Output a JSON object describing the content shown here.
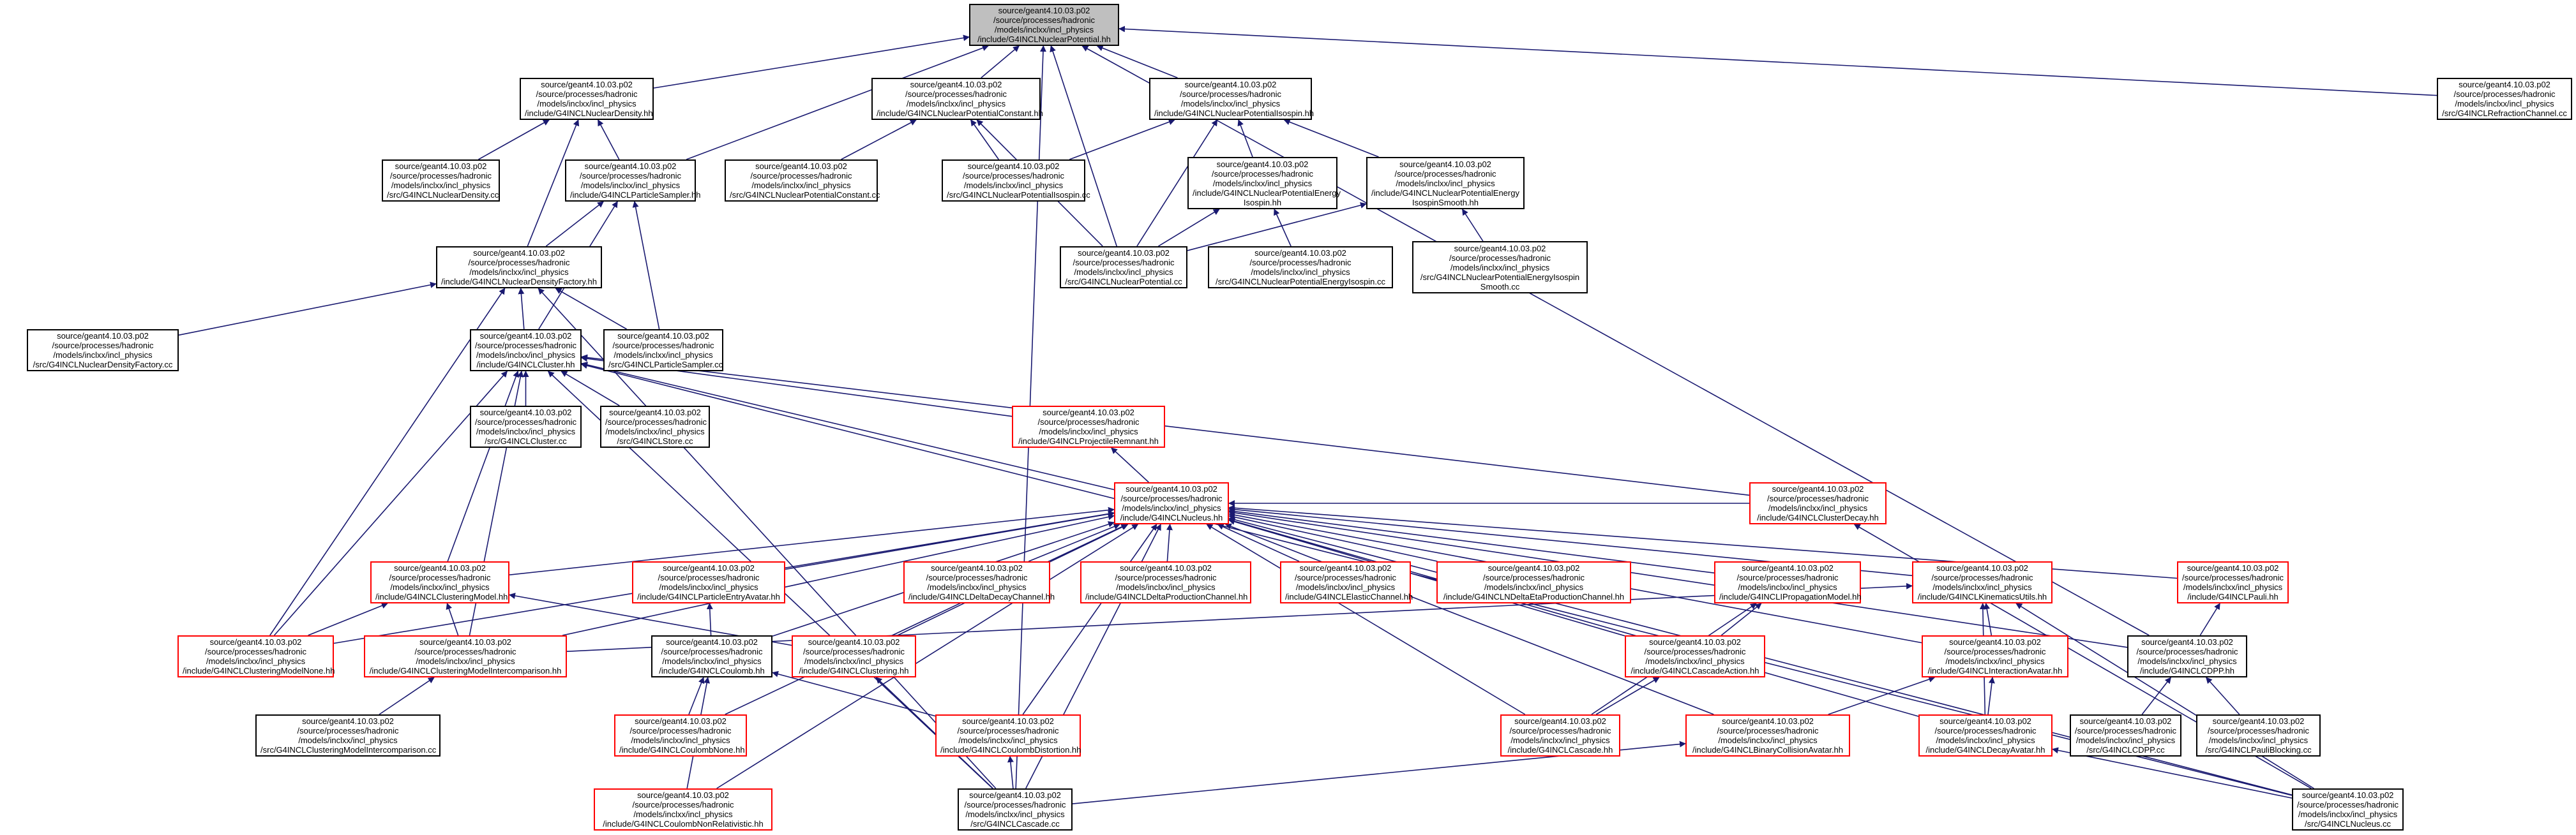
{
  "nodes": {
    "n0": {
      "lines": [
        "source/geant4.10.03.p02",
        "/source/processes/hadronic",
        "/models/inclxx/incl_physics",
        "/include/G4INCLNuclearPotential.hh"
      ],
      "style": "root"
    },
    "n1": {
      "lines": [
        "source/geant4.10.03.p02",
        "/source/processes/hadronic",
        "/models/inclxx/incl_physics",
        "/include/G4INCLNuclearDensity.hh"
      ],
      "style": "black"
    },
    "n2": {
      "lines": [
        "source/geant4.10.03.p02",
        "/source/processes/hadronic",
        "/models/inclxx/incl_physics",
        "/include/G4INCLNuclearPotentialConstant.hh"
      ],
      "style": "black"
    },
    "n3": {
      "lines": [
        "source/geant4.10.03.p02",
        "/source/processes/hadronic",
        "/models/inclxx/incl_physics",
        "/include/G4INCLNuclearPotentialIsospin.hh"
      ],
      "style": "black"
    },
    "n4": {
      "lines": [
        "source/geant4.10.03.p02",
        "/source/processes/hadronic",
        "/models/inclxx/incl_physics",
        "/src/G4INCLRefractionChannel.cc"
      ],
      "style": "black"
    },
    "n5": {
      "lines": [
        "source/geant4.10.03.p02",
        "/source/processes/hadronic",
        "/models/inclxx/incl_physics",
        "/src/G4INCLNuclearDensity.cc"
      ],
      "style": "black"
    },
    "n6": {
      "lines": [
        "source/geant4.10.03.p02",
        "/source/processes/hadronic",
        "/models/inclxx/incl_physics",
        "/include/G4INCLParticleSampler.hh"
      ],
      "style": "black"
    },
    "n7": {
      "lines": [
        "source/geant4.10.03.p02",
        "/source/processes/hadronic",
        "/models/inclxx/incl_physics",
        "/src/G4INCLNuclearPotentialConstant.cc"
      ],
      "style": "black"
    },
    "n8": {
      "lines": [
        "source/geant4.10.03.p02",
        "/source/processes/hadronic",
        "/models/inclxx/incl_physics",
        "/src/G4INCLNuclearPotentialIsospin.cc"
      ],
      "style": "black"
    },
    "n9": {
      "lines": [
        "source/geant4.10.03.p02",
        "/source/processes/hadronic",
        "/models/inclxx/incl_physics",
        "/include/G4INCLNuclearPotentialEnergy",
        "Isospin.hh"
      ],
      "style": "black"
    },
    "n10": {
      "lines": [
        "source/geant4.10.03.p02",
        "/source/processes/hadronic",
        "/models/inclxx/incl_physics",
        "/include/G4INCLNuclearPotentialEnergy",
        "IsospinSmooth.hh"
      ],
      "style": "black"
    },
    "n11": {
      "lines": [
        "source/geant4.10.03.p02",
        "/source/processes/hadronic",
        "/models/inclxx/incl_physics",
        "/include/G4INCLNuclearDensityFactory.hh"
      ],
      "style": "black"
    },
    "n12": {
      "lines": [
        "source/geant4.10.03.p02",
        "/source/processes/hadronic",
        "/models/inclxx/incl_physics",
        "/src/G4INCLNuclearPotential.cc"
      ],
      "style": "black"
    },
    "n13": {
      "lines": [
        "source/geant4.10.03.p02",
        "/source/processes/hadronic",
        "/models/inclxx/incl_physics",
        "/src/G4INCLNuclearPotentialEnergyIsospin.cc"
      ],
      "style": "black"
    },
    "n14": {
      "lines": [
        "source/geant4.10.03.p02",
        "/source/processes/hadronic",
        "/models/inclxx/incl_physics",
        "/src/G4INCLNuclearPotentialEnergyIsospin",
        "Smooth.cc"
      ],
      "style": "black"
    },
    "n15": {
      "lines": [
        "source/geant4.10.03.p02",
        "/source/processes/hadronic",
        "/models/inclxx/incl_physics",
        "/src/G4INCLNuclearDensityFactory.cc"
      ],
      "style": "black"
    },
    "n16": {
      "lines": [
        "source/geant4.10.03.p02",
        "/source/processes/hadronic",
        "/models/inclxx/incl_physics",
        "/include/G4INCLCluster.hh"
      ],
      "style": "black"
    },
    "n17": {
      "lines": [
        "source/geant4.10.03.p02",
        "/source/processes/hadronic",
        "/models/inclxx/incl_physics",
        "/src/G4INCLParticleSampler.cc"
      ],
      "style": "black"
    },
    "n18": {
      "lines": [
        "source/geant4.10.03.p02",
        "/source/processes/hadronic",
        "/models/inclxx/incl_physics",
        "/src/G4INCLCluster.cc"
      ],
      "style": "black"
    },
    "n19": {
      "lines": [
        "source/geant4.10.03.p02",
        "/source/processes/hadronic",
        "/models/inclxx/incl_physics",
        "/src/G4INCLStore.cc"
      ],
      "style": "black"
    },
    "n20": {
      "lines": [
        "source/geant4.10.03.p02",
        "/source/processes/hadronic",
        "/models/inclxx/incl_physics",
        "/include/G4INCLProjectileRemnant.hh"
      ],
      "style": "red"
    },
    "n21": {
      "lines": [
        "source/geant4.10.03.p02",
        "/source/processes/hadronic",
        "/models/inclxx/incl_physics",
        "/include/G4INCLNucleus.hh"
      ],
      "style": "red"
    },
    "n22": {
      "lines": [
        "source/geant4.10.03.p02",
        "/source/processes/hadronic",
        "/models/inclxx/incl_physics",
        "/include/G4INCLClusterDecay.hh"
      ],
      "style": "red"
    },
    "n23": {
      "lines": [
        "source/geant4.10.03.p02",
        "/source/processes/hadronic",
        "/models/inclxx/incl_physics",
        "/include/G4INCLClusteringModel.hh"
      ],
      "style": "red"
    },
    "n24": {
      "lines": [
        "source/geant4.10.03.p02",
        "/source/processes/hadronic",
        "/models/inclxx/incl_physics",
        "/include/G4INCLParticleEntryAvatar.hh"
      ],
      "style": "red"
    },
    "n25": {
      "lines": [
        "source/geant4.10.03.p02",
        "/source/processes/hadronic",
        "/models/inclxx/incl_physics",
        "/include/G4INCLDeltaDecayChannel.hh"
      ],
      "style": "red"
    },
    "n26": {
      "lines": [
        "source/geant4.10.03.p02",
        "/source/processes/hadronic",
        "/models/inclxx/incl_physics",
        "/include/G4INCLDeltaProductionChannel.hh"
      ],
      "style": "red"
    },
    "n27": {
      "lines": [
        "source/geant4.10.03.p02",
        "/source/processes/hadronic",
        "/models/inclxx/incl_physics",
        "/include/G4INCLElasticChannel.hh"
      ],
      "style": "red"
    },
    "n28": {
      "lines": [
        "source/geant4.10.03.p02",
        "/source/processes/hadronic",
        "/models/inclxx/incl_physics",
        "/include/G4INCLNDeltaEtaProductionChannel.hh"
      ],
      "style": "red"
    },
    "n29": {
      "lines": [
        "source/geant4.10.03.p02",
        "/source/processes/hadronic",
        "/models/inclxx/incl_physics",
        "/include/G4INCLIPropagationModel.hh"
      ],
      "style": "red"
    },
    "n30": {
      "lines": [
        "source/geant4.10.03.p02",
        "/source/processes/hadronic",
        "/models/inclxx/incl_physics",
        "/include/G4INCLKinematicsUtils.hh"
      ],
      "style": "red"
    },
    "n31": {
      "lines": [
        "source/geant4.10.03.p02",
        "/source/processes/hadronic",
        "/models/inclxx/incl_physics",
        "/include/G4INCLPauli.hh"
      ],
      "style": "red"
    },
    "n32": {
      "lines": [
        "source/geant4.10.03.p02",
        "/source/processes/hadronic",
        "/models/inclxx/incl_physics",
        "/include/G4INCLClusteringModelNone.hh"
      ],
      "style": "red"
    },
    "n33": {
      "lines": [
        "source/geant4.10.03.p02",
        "/source/processes/hadronic",
        "/models/inclxx/incl_physics",
        "/include/G4INCLClusteringModelIntercomparison.hh"
      ],
      "style": "red"
    },
    "n34": {
      "lines": [
        "source/geant4.10.03.p02",
        "/source/processes/hadronic",
        "/models/inclxx/incl_physics",
        "/include/G4INCLCoulomb.hh"
      ],
      "style": "black"
    },
    "n35": {
      "lines": [
        "source/geant4.10.03.p02",
        "/source/processes/hadronic",
        "/models/inclxx/incl_physics",
        "/include/G4INCLClustering.hh"
      ],
      "style": "red"
    },
    "n36": {
      "lines": [
        "source/geant4.10.03.p02",
        "/source/processes/hadronic",
        "/models/inclxx/incl_physics",
        "/include/G4INCLCascadeAction.hh"
      ],
      "style": "red"
    },
    "n37": {
      "lines": [
        "source/geant4.10.03.p02",
        "/source/processes/hadronic",
        "/models/inclxx/incl_physics",
        "/include/G4INCLInteractionAvatar.hh"
      ],
      "style": "red"
    },
    "n38": {
      "lines": [
        "source/geant4.10.03.p02",
        "/source/processes/hadronic",
        "/models/inclxx/incl_physics",
        "/include/G4INCLCDPP.hh"
      ],
      "style": "black"
    },
    "n39": {
      "lines": [
        "source/geant4.10.03.p02",
        "/source/processes/hadronic",
        "/models/inclxx/incl_physics",
        "/src/G4INCLClusteringModelIntercomparison.cc"
      ],
      "style": "black"
    },
    "n40": {
      "lines": [
        "source/geant4.10.03.p02",
        "/source/processes/hadronic",
        "/models/inclxx/incl_physics",
        "/include/G4INCLCoulombNone.hh"
      ],
      "style": "red"
    },
    "n41": {
      "lines": [
        "source/geant4.10.03.p02",
        "/source/processes/hadronic",
        "/models/inclxx/incl_physics",
        "/include/G4INCLCoulombDistortion.hh"
      ],
      "style": "red"
    },
    "n42": {
      "lines": [
        "source/geant4.10.03.p02",
        "/source/processes/hadronic",
        "/models/inclxx/incl_physics",
        "/include/G4INCLCascade.hh"
      ],
      "style": "red"
    },
    "n43": {
      "lines": [
        "source/geant4.10.03.p02",
        "/source/processes/hadronic",
        "/models/inclxx/incl_physics",
        "/include/G4INCLBinaryCollisionAvatar.hh"
      ],
      "style": "red"
    },
    "n44": {
      "lines": [
        "source/geant4.10.03.p02",
        "/source/processes/hadronic",
        "/models/inclxx/incl_physics",
        "/include/G4INCLDecayAvatar.hh"
      ],
      "style": "red"
    },
    "n45": {
      "lines": [
        "source/geant4.10.03.p02",
        "/source/processes/hadronic",
        "/models/inclxx/incl_physics",
        "/src/G4INCLCDPP.cc"
      ],
      "style": "black"
    },
    "n46": {
      "lines": [
        "source/geant4.10.03.p02",
        "/source/processes/hadronic",
        "/models/inclxx/incl_physics",
        "/src/G4INCLPauliBlocking.cc"
      ],
      "style": "black"
    },
    "n47": {
      "lines": [
        "source/geant4.10.03.p02",
        "/source/processes/hadronic",
        "/models/inclxx/incl_physics",
        "/include/G4INCLCoulombNonRelativistic.hh"
      ],
      "style": "red"
    },
    "n48": {
      "lines": [
        "source/geant4.10.03.p02",
        "/source/processes/hadronic",
        "/models/inclxx/incl_physics",
        "/src/G4INCLCascade.cc"
      ],
      "style": "black"
    },
    "n49": {
      "lines": [
        "source/geant4.10.03.p02",
        "/source/processes/hadronic",
        "/models/inclxx/incl_physics",
        "/src/G4INCLNucleus.cc"
      ],
      "style": "black"
    }
  },
  "edges": [
    [
      "n1",
      "n0"
    ],
    [
      "n2",
      "n0"
    ],
    [
      "n3",
      "n0"
    ],
    [
      "n4",
      "n0"
    ],
    [
      "n6",
      "n0"
    ],
    [
      "n12",
      "n0"
    ],
    [
      "n48",
      "n0"
    ],
    [
      "n38",
      "n0"
    ],
    [
      "n5",
      "n1"
    ],
    [
      "n6",
      "n1"
    ],
    [
      "n11",
      "n1"
    ],
    [
      "n7",
      "n2"
    ],
    [
      "n8",
      "n2"
    ],
    [
      "n12",
      "n2"
    ],
    [
      "n8",
      "n3"
    ],
    [
      "n9",
      "n3"
    ],
    [
      "n10",
      "n3"
    ],
    [
      "n12",
      "n3"
    ],
    [
      "n12",
      "n9"
    ],
    [
      "n13",
      "n9"
    ],
    [
      "n12",
      "n10"
    ],
    [
      "n14",
      "n10"
    ],
    [
      "n11",
      "n6"
    ],
    [
      "n16",
      "n6"
    ],
    [
      "n17",
      "n6"
    ],
    [
      "n15",
      "n11"
    ],
    [
      "n16",
      "n11"
    ],
    [
      "n17",
      "n11"
    ],
    [
      "n32",
      "n11"
    ],
    [
      "n48",
      "n11"
    ],
    [
      "n18",
      "n16"
    ],
    [
      "n19",
      "n16"
    ],
    [
      "n20",
      "n16"
    ],
    [
      "n21",
      "n16"
    ],
    [
      "n22",
      "n16"
    ],
    [
      "n23",
      "n16"
    ],
    [
      "n32",
      "n16"
    ],
    [
      "n33",
      "n16"
    ],
    [
      "n49",
      "n16"
    ],
    [
      "n48",
      "n16"
    ],
    [
      "n21",
      "n20"
    ],
    [
      "n23",
      "n21"
    ],
    [
      "n24",
      "n21"
    ],
    [
      "n25",
      "n21"
    ],
    [
      "n26",
      "n21"
    ],
    [
      "n27",
      "n21"
    ],
    [
      "n28",
      "n21"
    ],
    [
      "n29",
      "n21"
    ],
    [
      "n30",
      "n21"
    ],
    [
      "n31",
      "n21"
    ],
    [
      "n32",
      "n21"
    ],
    [
      "n33",
      "n21"
    ],
    [
      "n34",
      "n21"
    ],
    [
      "n35",
      "n21"
    ],
    [
      "n36",
      "n21"
    ],
    [
      "n37",
      "n21"
    ],
    [
      "n38",
      "n21"
    ],
    [
      "n40",
      "n21"
    ],
    [
      "n41",
      "n21"
    ],
    [
      "n42",
      "n21"
    ],
    [
      "n43",
      "n21"
    ],
    [
      "n44",
      "n21"
    ],
    [
      "n47",
      "n21"
    ],
    [
      "n48",
      "n21"
    ],
    [
      "n49",
      "n21"
    ],
    [
      "n22",
      "n21"
    ],
    [
      "n32",
      "n23"
    ],
    [
      "n33",
      "n23"
    ],
    [
      "n35",
      "n23"
    ],
    [
      "n34",
      "n24"
    ],
    [
      "n36",
      "n29"
    ],
    [
      "n42",
      "n29"
    ],
    [
      "n33",
      "n30"
    ],
    [
      "n37",
      "n30"
    ],
    [
      "n44",
      "n30"
    ],
    [
      "n49",
      "n30"
    ],
    [
      "n38",
      "n31"
    ],
    [
      "n39",
      "n33"
    ],
    [
      "n40",
      "n34"
    ],
    [
      "n41",
      "n34"
    ],
    [
      "n47",
      "n34"
    ],
    [
      "n48",
      "n35"
    ],
    [
      "n42",
      "n36"
    ],
    [
      "n43",
      "n37"
    ],
    [
      "n44",
      "n37"
    ],
    [
      "n45",
      "n38"
    ],
    [
      "n46",
      "n38"
    ],
    [
      "n48",
      "n41"
    ],
    [
      "n48",
      "n43"
    ],
    [
      "n49",
      "n44"
    ],
    [
      "n49",
      "n22"
    ]
  ]
}
